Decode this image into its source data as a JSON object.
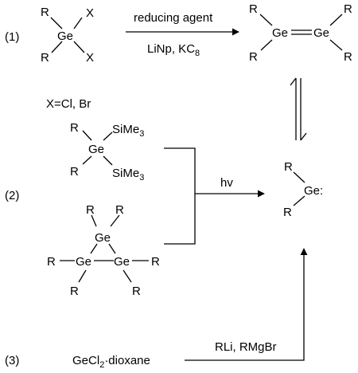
{
  "labels": {
    "r": "R",
    "x": "X",
    "ge": "Ge",
    "ge_carbene": "Ge:",
    "route1": "(1)",
    "route2": "(2)",
    "route3": "(3)"
  },
  "reaction1": {
    "arrow_top": "reducing agent",
    "arrow_bottom_a": "LiNp, KC",
    "arrow_bottom_sub": "8",
    "halides": "X=Cl, Br"
  },
  "reaction2": {
    "silyl_a": "SiMe",
    "silyl_b": "SiMe",
    "silyl_sub": "3",
    "arrow_label": "hv"
  },
  "reaction3": {
    "reagent_a": "GeCl",
    "reagent_sub": "2",
    "reagent_b": "·dioxane",
    "arrow_label": "RLi, RMgBr"
  }
}
